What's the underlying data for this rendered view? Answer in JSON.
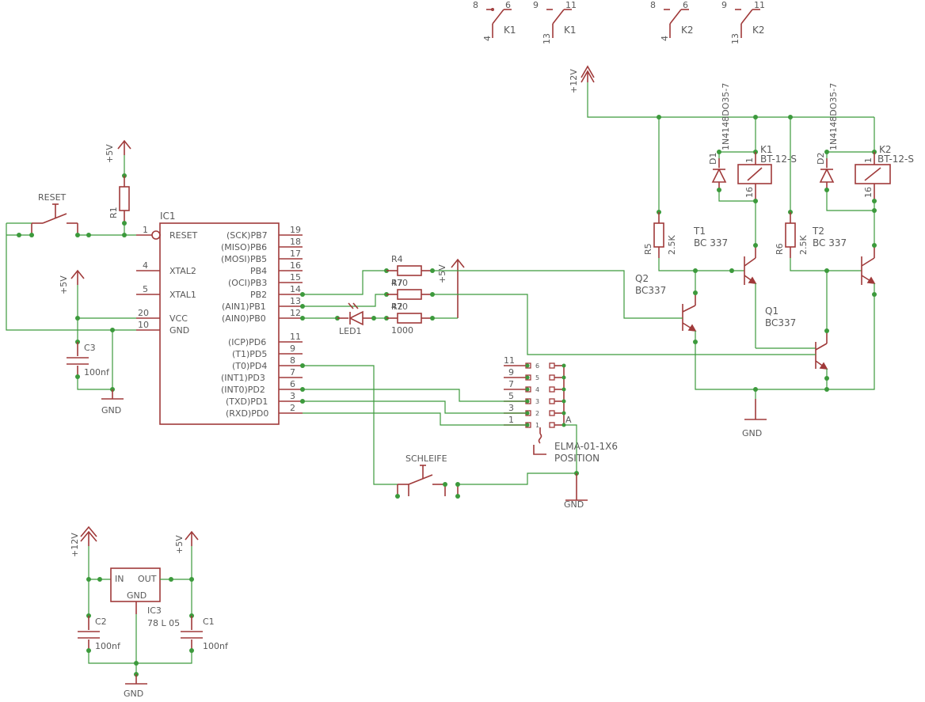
{
  "parts": {
    "ic1": {
      "name": "IC1",
      "left_pins": [
        {
          "num": "1",
          "label": "RESET"
        },
        {
          "num": "4",
          "label": "XTAL2"
        },
        {
          "num": "5",
          "label": "XTAL1"
        },
        {
          "num": "20",
          "label": "VCC"
        },
        {
          "num": "10",
          "label": "GND"
        }
      ],
      "right_pins": [
        {
          "num": "19",
          "label": "(SCK)PB7"
        },
        {
          "num": "18",
          "label": "(MISO)PB6"
        },
        {
          "num": "17",
          "label": "(MOSI)PB5"
        },
        {
          "num": "16",
          "label": "PB4"
        },
        {
          "num": "15",
          "label": "(OCI)PB3"
        },
        {
          "num": "14",
          "label": "PB2"
        },
        {
          "num": "13",
          "label": "(AIN1)PB1"
        },
        {
          "num": "12",
          "label": "(AIN0)PB0"
        },
        {
          "num": "11",
          "label": "(ICP)PD6"
        },
        {
          "num": "9",
          "label": "(T1)PD5"
        },
        {
          "num": "8",
          "label": "(T0)PD4"
        },
        {
          "num": "7",
          "label": "(INT1)PD3"
        },
        {
          "num": "6",
          "label": "(INT0)PD2"
        },
        {
          "num": "3",
          "label": "(TXD)PD1"
        },
        {
          "num": "2",
          "label": "(RXD)PD0"
        }
      ]
    },
    "reset_switch": "RESET",
    "r1": "R1",
    "c3": {
      "name": "C3",
      "value": "100nf"
    },
    "r4": {
      "name": "R4",
      "value": "470"
    },
    "r7": {
      "name": "R7",
      "value": "470"
    },
    "r2": {
      "name": "R2",
      "value": "1000"
    },
    "led1": "LED1",
    "q1": {
      "name": "Q1",
      "type": "BC337"
    },
    "q2": {
      "name": "Q2",
      "type": "BC337"
    },
    "t1": {
      "name": "T1",
      "type": "BC 337"
    },
    "t2": {
      "name": "T2",
      "type": "BC 337"
    },
    "r5": {
      "name": "R5",
      "value": "2.5K"
    },
    "r6": {
      "name": "R6",
      "value": "2.5K"
    },
    "d1": {
      "name": "D1",
      "type": "1N4148DO35-7"
    },
    "d2": {
      "name": "D2",
      "type": "1N4148DO35-7"
    },
    "k1": {
      "name": "K1",
      "type": "BT-12-S",
      "coil_pins": [
        "1",
        "16"
      ],
      "contacts": [
        {
          "pins": [
            "8",
            "6",
            "4"
          ],
          "label": "K1"
        },
        {
          "pins": [
            "9",
            "11",
            "13"
          ],
          "label": "K1"
        }
      ]
    },
    "k2": {
      "name": "K2",
      "type": "BT-12-S",
      "coil_pins": [
        "1",
        "16"
      ],
      "contacts": [
        {
          "pins": [
            "8",
            "6",
            "4"
          ],
          "label": "K2"
        },
        {
          "pins": [
            "9",
            "11",
            "13"
          ],
          "label": "K2"
        }
      ]
    },
    "connector": {
      "left_pins": [
        "11",
        "9",
        "7",
        "5",
        "3",
        "1"
      ],
      "inner_pins": [
        "6",
        "5",
        "4",
        "3",
        "2",
        "1"
      ],
      "corner": "A",
      "name": "ELMA-01-1X6",
      "value": "POSITION"
    },
    "schleife": "SCHLEIFE",
    "ic3": {
      "name": "IC3",
      "type": "78 L 05",
      "in": "IN",
      "out": "OUT",
      "gnd": "GND"
    },
    "c2": {
      "name": "C2",
      "value": "100nf"
    },
    "c1": {
      "name": "C1",
      "value": "100nf"
    }
  },
  "supplies": {
    "plus5": "+5V",
    "plus12": "+12V",
    "gnd": "GND"
  }
}
